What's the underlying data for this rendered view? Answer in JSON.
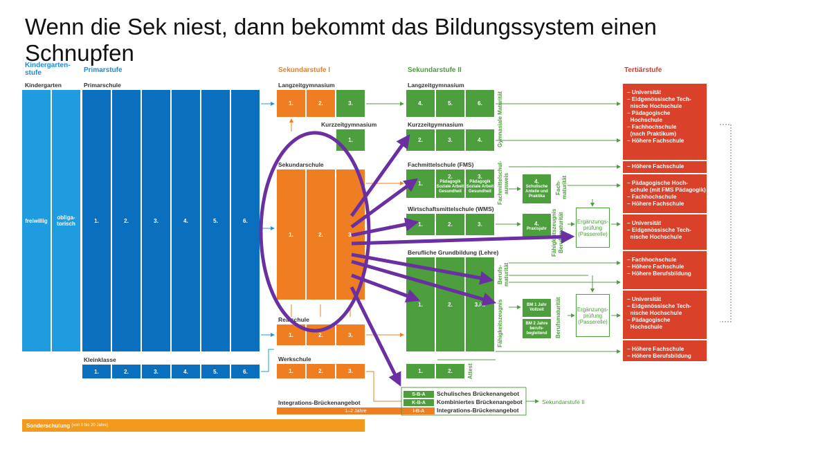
{
  "title": "Wenn die Sek niest, dann bekommt das Bildungssystem einen Schnupfen",
  "headers": {
    "kindergarten_stufe": "Kindergarten-\nstufe",
    "primarstufe": "Primarstufe",
    "sek1": "Sekundarstufe I",
    "sek2": "Sekundarstufe II",
    "tertiaer": "Tertiärstufe"
  },
  "labels": {
    "kindergarten": "Kindergarten",
    "primarschule": "Primarschule",
    "freiwillig": "freiwillig",
    "obligatorisch": "obliga-\ntorisch",
    "kleinklasse": "Kleinklasse",
    "langzeitgymnasium": "Langzeitgymnasium",
    "kurzzeitgymnasium": "Kurzzeitgymnasium",
    "sekundarschule": "Sekundarschule",
    "realschule": "Realschule",
    "werkschule": "Werkschule",
    "integrations_brueckenangebot": "Integrations-Brückenangebot",
    "jahre": "1–2 Jahre",
    "sonderschulung": "Sonderschulung",
    "sonderschulung_sub": "(von 0 bis 20 Jahre)",
    "langzeitgymnasium2": "Langzeitgymnasium",
    "kurzzeitgymnasium2": "Kurzzeitgymnasium",
    "fms": "Fachmittelschule (FMS)",
    "wms": "Wirtschaftsmittelschule (WMS)",
    "lehre": "Berufliche Grundbildung (Lehre)",
    "gymnasiale_maturitaet": "Gymnasiale Maturität",
    "fachmittelschulausweis": "Fachmittelschul-\nausweis",
    "fachmaturitaet": "Fach-\nmaturität",
    "faehigkeitszeugnis_wms": "Fähigkeitszeugnis",
    "berufsmaturitaet_wms": "Berufsmaturität",
    "berufsmaturitaet_lehre": "Berufs-\nmaturität",
    "faehigkeitszeugnis": "Fähigkeitszeugnis",
    "berufsmaturitaet": "Berufsmaturität",
    "attest": "Attest",
    "ergaenzung1": "Ergänzungs-\nprüfung\n(Passerelle)",
    "ergaenzung2": "Ergänzungs-\nprüfung\n(Passerelle)",
    "fms4": "4.",
    "fms4_sub": "Schulische Anteile und Praktika",
    "wms4": "4.",
    "wms4_sub": "Praxisjahr",
    "bm1": "BM 1 Jahr Vollzeit",
    "bm2": "BM 2 Jahre berufs-begleitend",
    "fms_paed": "Pädagogik Soziale Arbeit Gesundheit",
    "sekundarstufe2_label": "Sekundarstufe II"
  },
  "years": {
    "primar": [
      "1.",
      "2.",
      "3.",
      "4.",
      "5.",
      "6."
    ],
    "kleinklasse": [
      "1.",
      "2.",
      "3.",
      "4.",
      "5.",
      "6."
    ],
    "lzg1": [
      "1.",
      "2.",
      "3."
    ],
    "sek": [
      "1.",
      "2.",
      "3."
    ],
    "real": [
      "1.",
      "2.",
      "3."
    ],
    "werk": [
      "1.",
      "2.",
      "3."
    ],
    "lzg2": [
      "4.",
      "5.",
      "6."
    ],
    "kzg": [
      "1.",
      "2.",
      "3.",
      "4."
    ],
    "fms": [
      "1.",
      "2.",
      "3."
    ],
    "wms": [
      "1.",
      "2.",
      "3."
    ],
    "lehre": [
      "1.",
      "2.",
      "3./4."
    ],
    "attest": [
      "1.",
      "2."
    ]
  },
  "bridge": [
    {
      "code": "S-B-A",
      "name": "Schulisches Brückenangebot"
    },
    {
      "code": "K-B-A",
      "name": "Kombiniertes Brückenangebot"
    },
    {
      "code": "I-B-A",
      "name": "Integrations-Brückenangebot"
    }
  ],
  "tertiary": [
    [
      "– Universität",
      "– Eidgenössische Tech-",
      "  nische Hochschule",
      "– Pädagogische",
      "  Hochschule",
      "– Fachhochschule",
      "  (nach Praktikum)",
      "– Höhere Fachschule"
    ],
    [
      "– Höhere Fachschule"
    ],
    [
      "– Pädagogische Hoch-",
      "  schule (mit FMS Pädagogik)",
      "– Fachhochschule",
      "– Höhere Fachschule"
    ],
    [
      "– Universität",
      "– Eidgenössische Tech-",
      "  nische Hochschule"
    ],
    [
      "– Fachhochschule",
      "– Höhere Fachschule",
      "– Höhere Berufsbildung"
    ],
    [
      "– Universität",
      "– Eidgenössische Tech-",
      "  nische Hochschule",
      "– Pädagogische",
      "  Hochschule"
    ],
    [
      "– Höhere Fachschule",
      "– Höhere Berufsbildung"
    ]
  ],
  "colors": {
    "light_blue": "#1f9be0",
    "dark_blue": "#0b6fbf",
    "orange": "#ef7d22",
    "green": "#4d9e3c",
    "red": "#d9412b",
    "purple": "#6a2fa0"
  }
}
